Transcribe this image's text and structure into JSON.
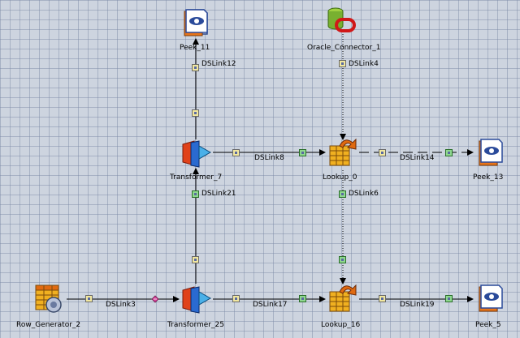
{
  "stages": {
    "peek_11": "Peek_11",
    "oracle_connector_1": "Oracle_Connector_1",
    "transformer_7": "Transformer_7",
    "lookup_0": "Lookup_0",
    "peek_13": "Peek_13",
    "row_generator_2": "Row_Generator_2",
    "transformer_25": "Transformer_25",
    "lookup_16": "Lookup_16",
    "peek_5": "Peek_5"
  },
  "links": {
    "dslink12": "DSLink12",
    "dslink4": "DSLink4",
    "dslink8": "DSLink8",
    "dslink14": "DSLink14",
    "dslink21": "DSLink21",
    "dslink6": "DSLink6",
    "dslink3": "DSLink3",
    "dslink17": "DSLink17",
    "dslink19": "DSLink19"
  },
  "colors": {
    "canvas": "#cdd4df",
    "link": "#000000",
    "reference_link": "#000000"
  }
}
